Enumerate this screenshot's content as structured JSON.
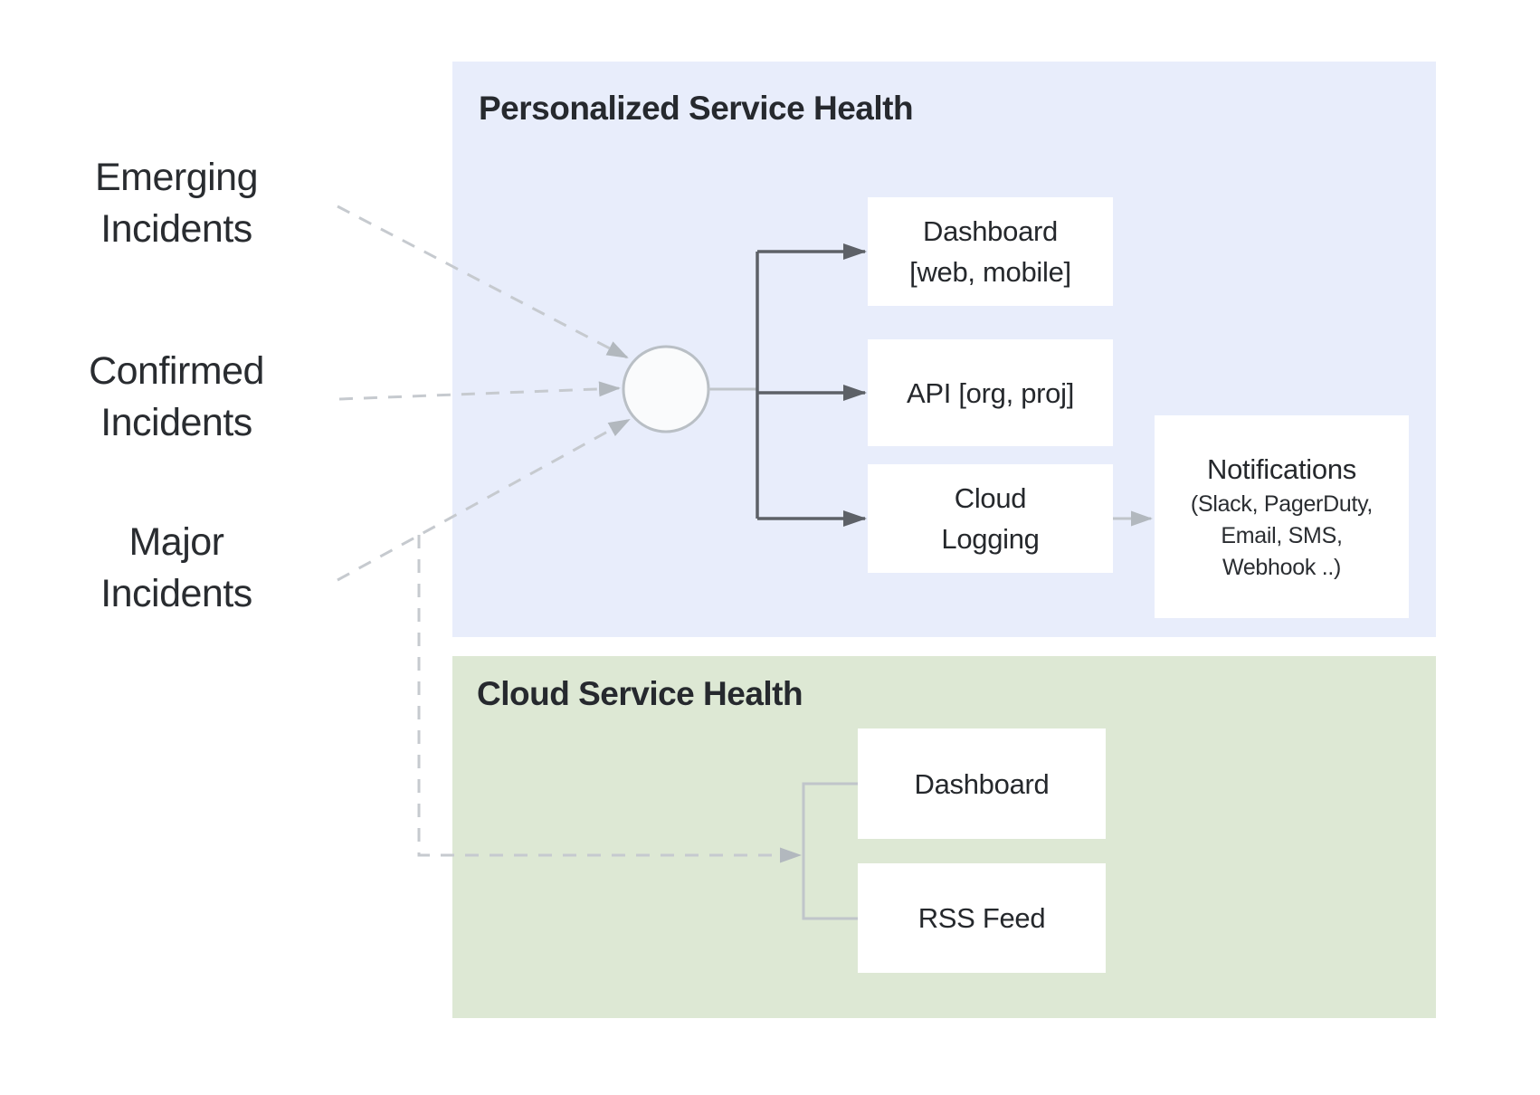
{
  "sources": [
    {
      "line1": "Emerging",
      "line2": "Incidents"
    },
    {
      "line1": "Confirmed",
      "line2": "Incidents"
    },
    {
      "line1": "Major",
      "line2": "Incidents"
    }
  ],
  "personalized": {
    "title": "Personalized Service Health",
    "dashboard": {
      "line1": "Dashboard",
      "line2": "[web, mobile]"
    },
    "api": {
      "label": "API [org, proj]"
    },
    "cloud_logging": {
      "line1": "Cloud",
      "line2": "Logging"
    },
    "notifications": {
      "title": "Notifications",
      "line1": "(Slack, PagerDuty,",
      "line2": "Email, SMS,",
      "line3": "Webhook ..)"
    }
  },
  "cloud": {
    "title": "Cloud Service Health",
    "dashboard": {
      "label": "Dashboard"
    },
    "rss": {
      "label": "RSS Feed"
    }
  },
  "colors": {
    "panel_blue": "#e8edfb",
    "panel_green": "#dde8d4",
    "node_white": "#ffffff",
    "arrow_dark": "#5d6167",
    "line_light": "#c0c5ca",
    "dashed_light": "#c6cacf",
    "arrowhead_light": "#b2b8be",
    "text_dark": "#24272b"
  }
}
